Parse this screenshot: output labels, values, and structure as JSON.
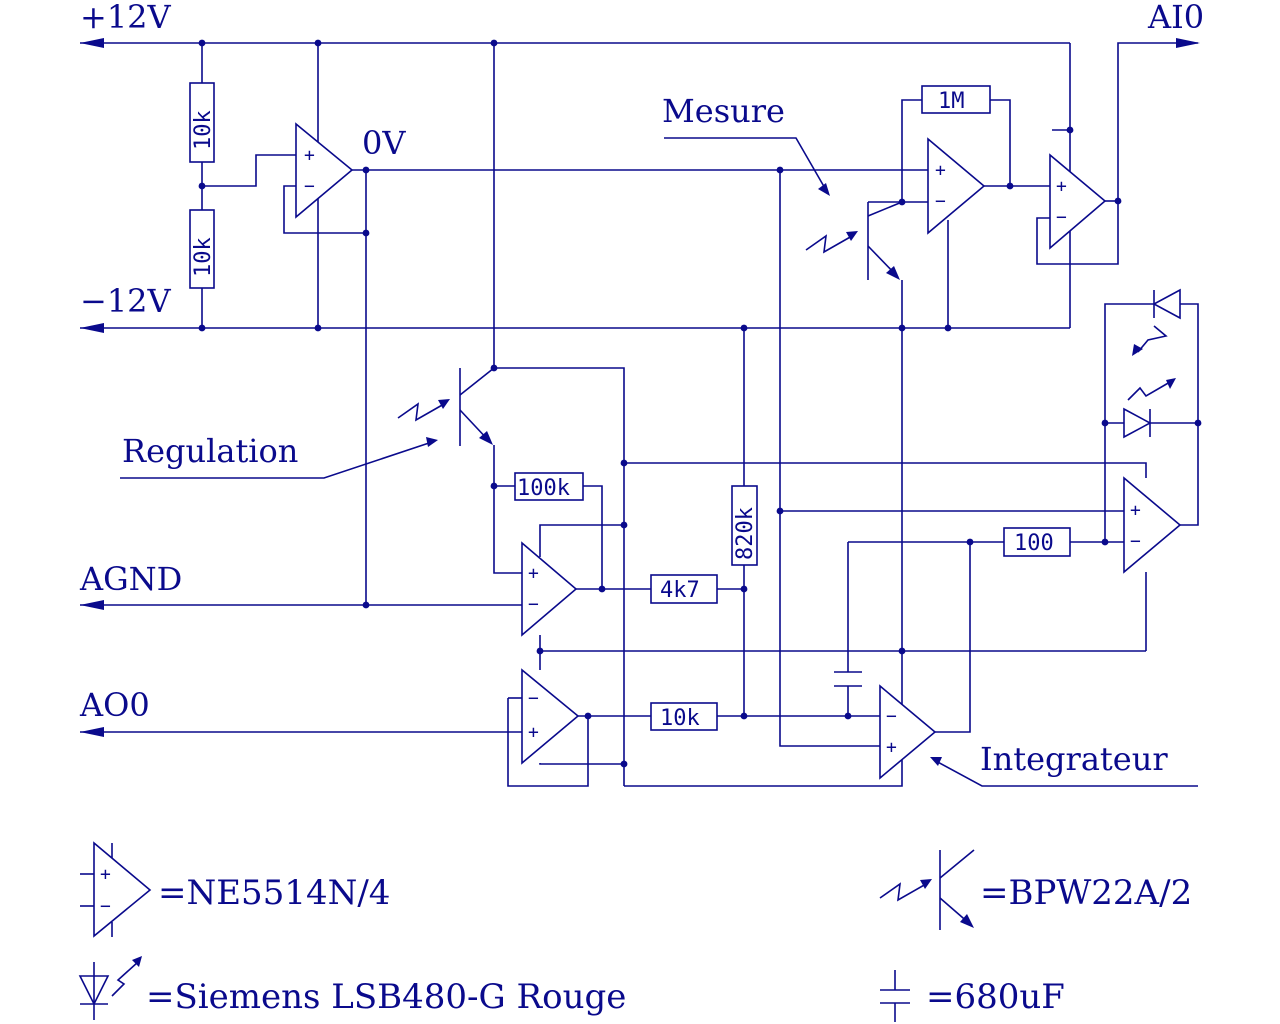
{
  "signals": {
    "plus12": "+12V",
    "minus12": "−12V",
    "ai0": "AI0",
    "zero_v": "0V",
    "agnd": "AGND",
    "ao0": "AO0"
  },
  "annotations": {
    "mesure": "Mesure",
    "regulation": "Regulation",
    "integrateur": "Integrateur"
  },
  "components": {
    "r_div_top": "10k",
    "r_div_bot": "10k",
    "r_1m": "1M",
    "r_100k": "100k",
    "r_820k": "820k",
    "r_4k7": "4k7",
    "r_10k": "10k",
    "r_100": "100"
  },
  "opamp_signs": {
    "plus": "+",
    "minus": "−"
  },
  "legend": {
    "opamp": "=NE5514N/4",
    "phototransistor": "=BPW22A/2",
    "led": "=Siemens LSB480-G Rouge",
    "capacitor": "=680uF"
  }
}
